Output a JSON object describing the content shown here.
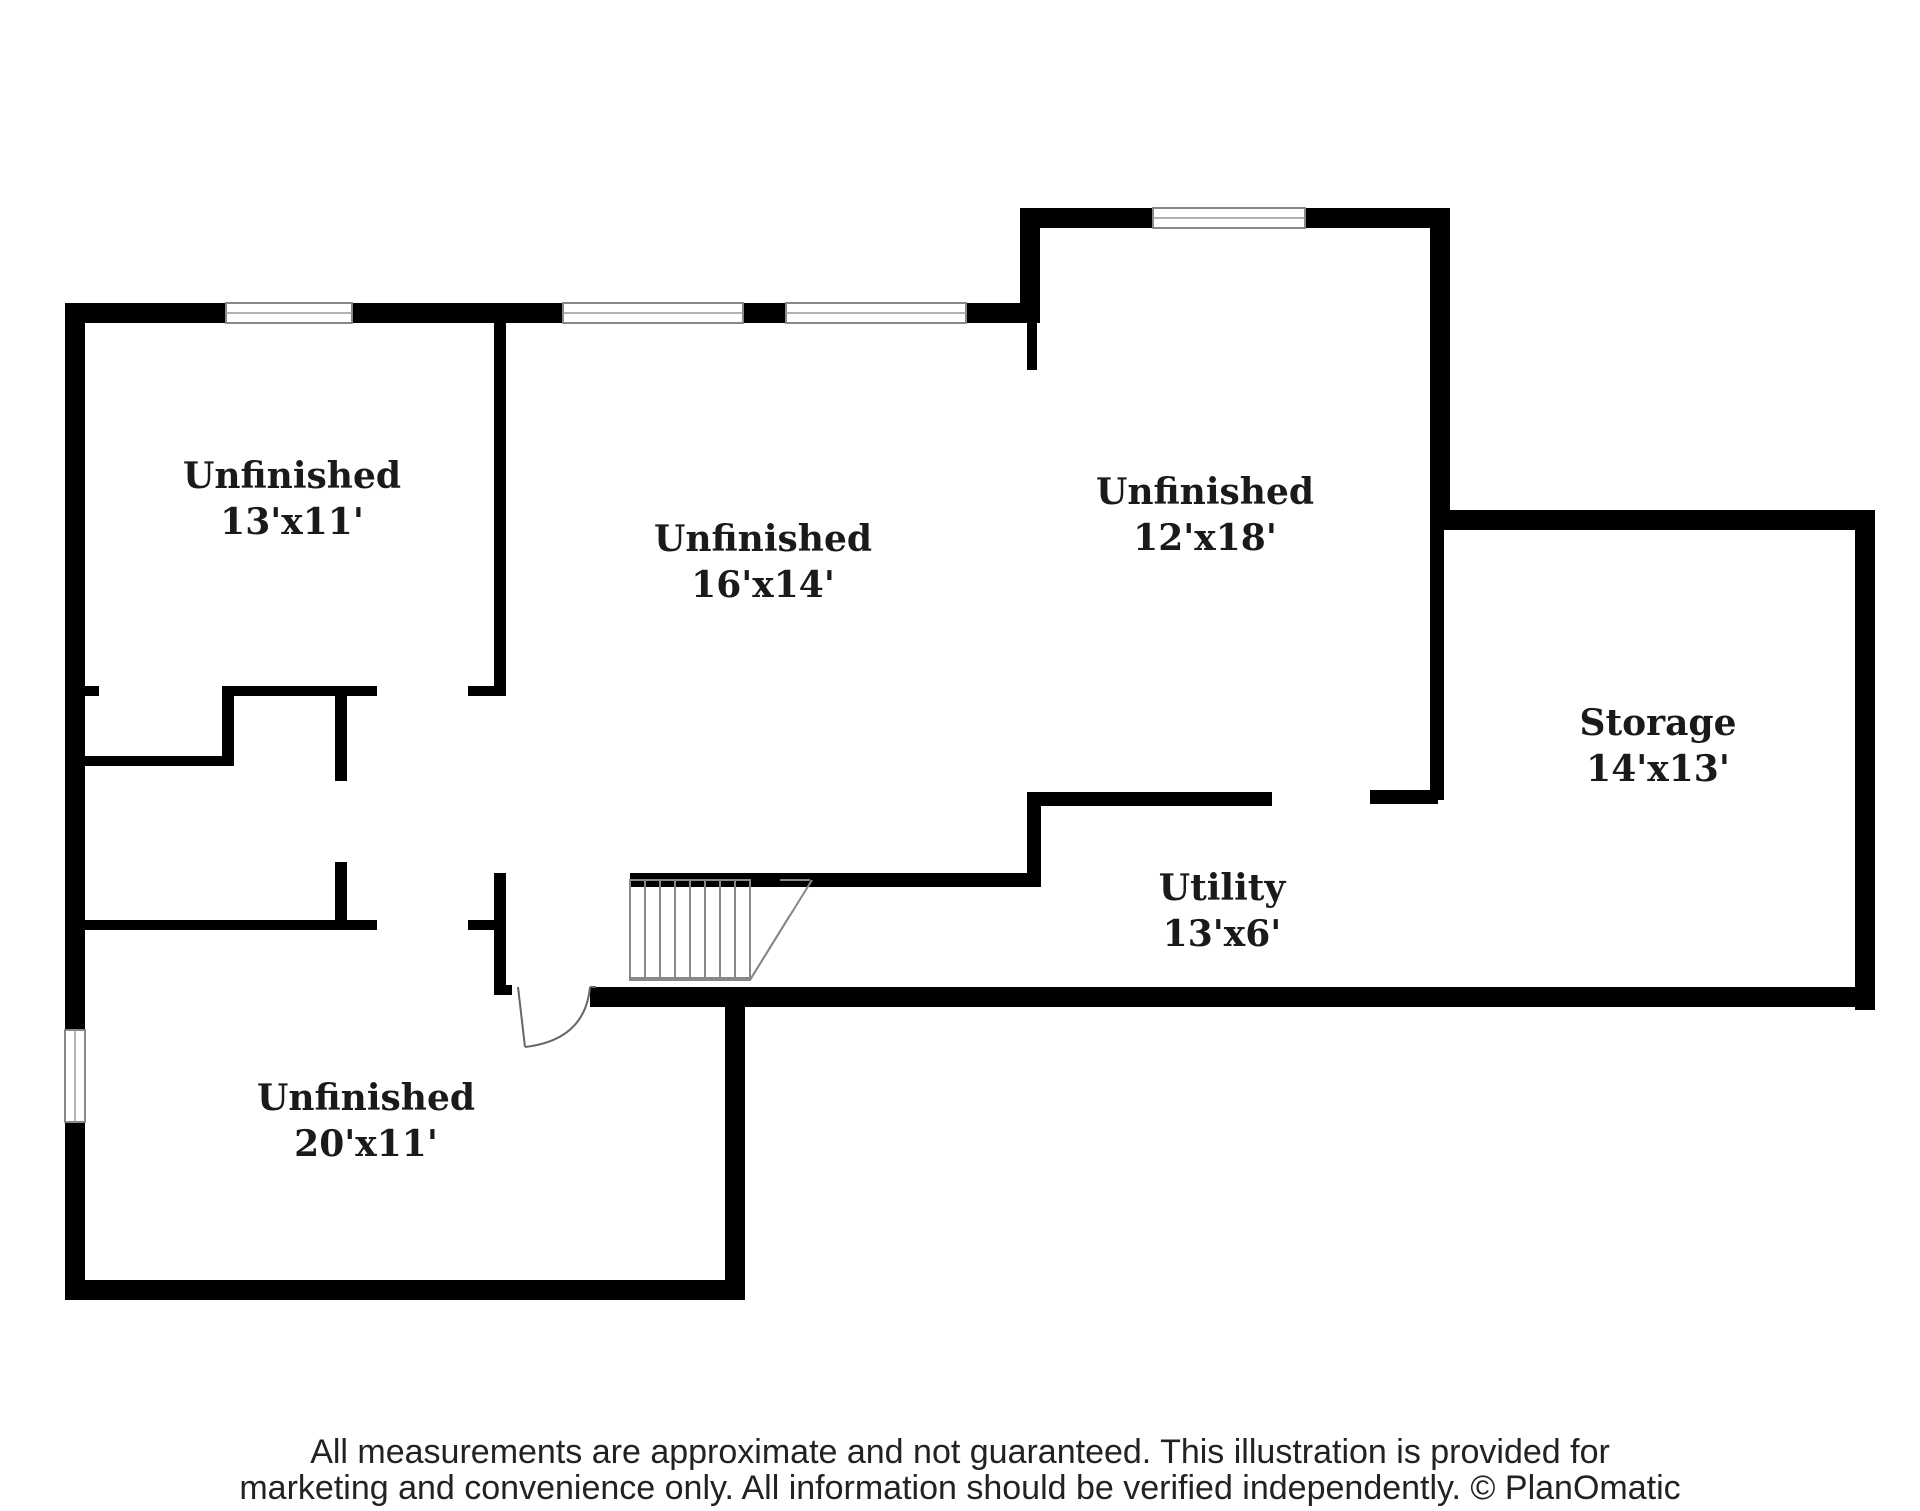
{
  "rooms": {
    "top_left": {
      "name": "Unfinished",
      "size": "13'x11'"
    },
    "center": {
      "name": "Unfinished",
      "size": "16'x14'"
    },
    "top_right": {
      "name": "Unfinished",
      "size": "12'x18'"
    },
    "storage": {
      "name": "Storage",
      "size": "14'x13'"
    },
    "utility": {
      "name": "Utility",
      "size": "13'x6'"
    },
    "bottom_left": {
      "name": "Unfinished",
      "size": "20'x11'"
    }
  },
  "disclaimer": {
    "line1": "All measurements are approximate and not guaranteed. This illustration is provided for",
    "line2": "marketing and convenience only. All information should be verified independently. © PlanOmatic"
  },
  "colors": {
    "wall": "#000000",
    "background": "#ffffff"
  }
}
